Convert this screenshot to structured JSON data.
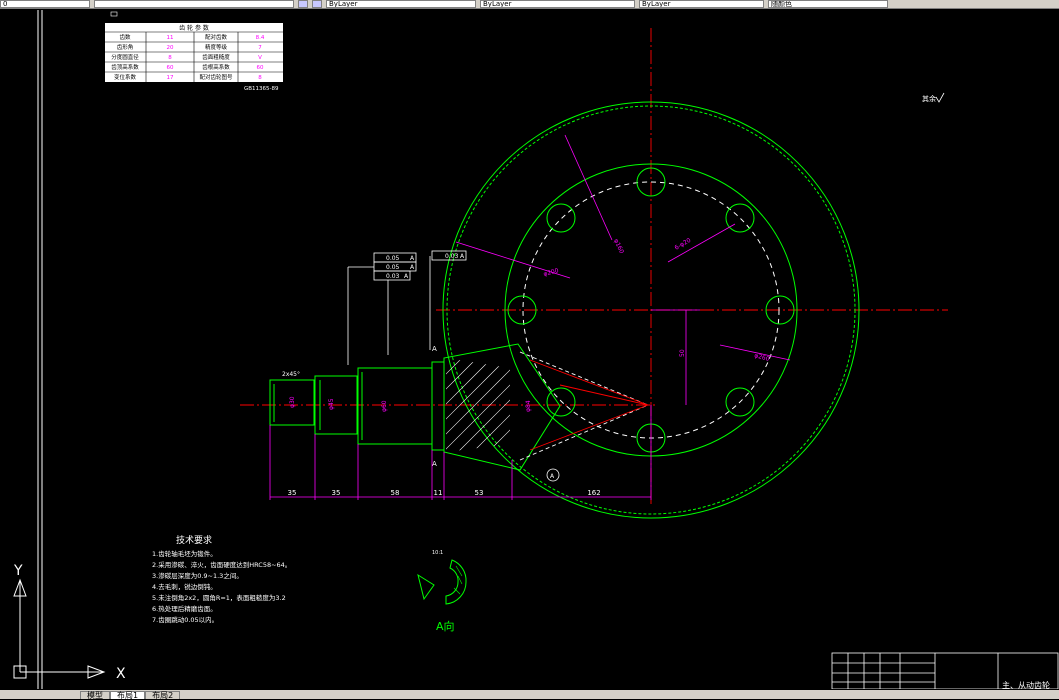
{
  "toolbar": {
    "layer_field": "0",
    "combo1": "ByLayer",
    "combo2": "ByLayer",
    "combo3": "ByLayer",
    "combo4": "随颜色"
  },
  "tabs": [
    "模型",
    "布局1",
    "布局2"
  ],
  "ucs": {
    "x_label": "X",
    "y_label": "Y"
  },
  "param_table": {
    "header": "齿 轮 参 数",
    "rows": [
      [
        "齿数",
        "11",
        "配对齿数",
        "8.4"
      ],
      [
        "齿形角",
        "20",
        "精度等级",
        "7"
      ],
      [
        "分度圆直径",
        "8",
        "齿面粗糙度",
        "V"
      ],
      [
        "齿顶高系数",
        "60",
        "齿根高系数",
        "60"
      ],
      [
        "变位系数",
        "17",
        "配对齿轮图号",
        "8"
      ]
    ],
    "footnote": "GB11365-89"
  },
  "roughness_note": "其余",
  "dimensions": {
    "d_small": "φ30",
    "d_mid": "φ45",
    "d_big": "φ60",
    "d_cone": "φ84",
    "d_pcd": "φ160",
    "d_outer": "φ200",
    "d_hole": "6-φ20",
    "d_ring": "φ260",
    "d_out2": "φ320",
    "len1": "35",
    "len2": "35",
    "len3": "58",
    "len4": "11",
    "len5": "53",
    "len6": "162",
    "vert": "50",
    "chamfer": "2x45°"
  },
  "tolerance": {
    "f1": "0.05",
    "f1_ref": "A",
    "f2": "0.05",
    "f2_ref": "A",
    "f3": "0.03",
    "f3_ref": "A",
    "f4": "0.03",
    "f4_ref": "A"
  },
  "section_marks": {
    "a_top": "A",
    "a_bottom": "A",
    "datum": "A"
  },
  "tech_requirements": {
    "title": "技术要求",
    "items": [
      "1.齿轮轴毛坯为锻件。",
      "2.采用渗碳、淬火，齿面硬度达到HRC58~64。",
      "3.渗碳层深度为0.9~1.3之间。",
      "4.去毛刺，锐边倒钝。",
      "5.未注倒角2x2，圆角R=1，表面粗糙度为3.2",
      "6.热处理后精磨齿面。",
      "7.齿圈跳动0.05以内。"
    ]
  },
  "view_a": {
    "label": "A向",
    "scale": "10:1"
  },
  "title_block": {
    "name": "主、从动齿轮"
  },
  "colors": {
    "background": "#000000",
    "white": "#ffffff",
    "green": "#00ff00",
    "magenta": "#ff00ff",
    "red": "#ff0000",
    "yellow": "#ffff00"
  }
}
